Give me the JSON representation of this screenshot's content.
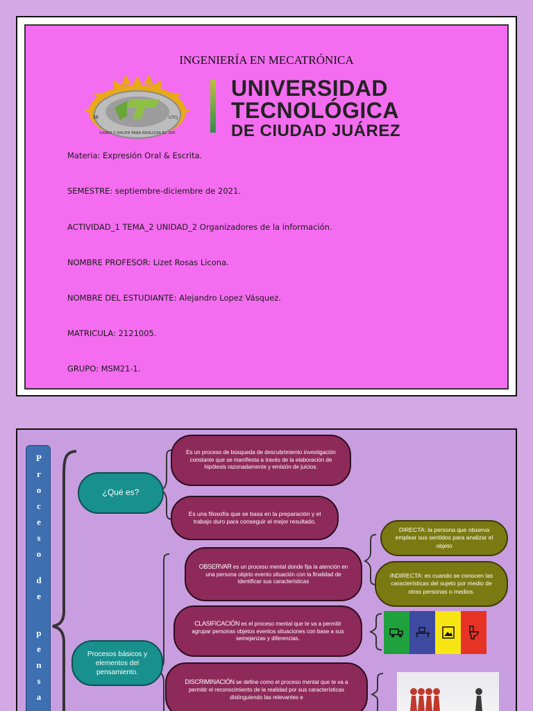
{
  "cover": {
    "career": "INGENIERÍA EN MECATRÓNICA",
    "university": {
      "line1": "UNIVERSIDAD",
      "line2": "TECNOLÓGICA",
      "line3": "DE CIUDAD JUÁREZ",
      "seal_text": "SABER Y HACER PARA REALIZAR EL SER",
      "seal_left": "38",
      "seal_right": "UTCJ"
    },
    "materia": "Materia: Expresión Oral & Escrita.",
    "semestre": "SEMESTRE: septiembre-diciembre de 2021.",
    "actividad": "ACTIVIDAD_1 TEMA_2 UNIDAD_2 Organizadores de la información.",
    "profesor": "NOMBRE PROFESOR: Lizet Rosas Licona.",
    "estudiante": "NOMBRE DEL ESTUDIANTE: Alejandro Lopez Vásquez.",
    "matricula": "MATRICULA: 2121005.",
    "grupo": "GRUPO: MSM21-1."
  },
  "map": {
    "vertical_title": [
      "P",
      "r",
      "o",
      "c",
      "e",
      "s",
      "o",
      "",
      "d",
      "e",
      "",
      "p",
      "e",
      "n",
      "s",
      "a",
      "m"
    ],
    "que_es": "¿Qué es?",
    "que_es_def1": "Es un proceso de búsqueda de descubrimiento investigación constante que se manifiesta a través de la elaboración de hipótesis razonadamente y emisión de juicios.",
    "que_es_def2": "Es una filosofía que se basa en la preparación y el trabajo duro para conseguir el mejor resultado.",
    "procesos": "Procesos básicos y elementos del pensamiento.",
    "observar_term": "OBSERVAR",
    "observar_def": " es un proceso mental donde fija la atención en una persona objeto evento situación con la finalidad de identificar sus características",
    "clasificacion_term": "CLASIFICACIÓN",
    "clasificacion_def": " es el proceso mental que te va a permitir agrupar personas objetos eventos situaciones con base a sus semejanzas y diferencias.",
    "discriminacion_term": "DISCRIMINACIÓN",
    "discriminacion_def": " se define como el proceso mental que te va a permitir el reconocimiento de la realidad por sus características distinguiendo las relevantes e",
    "directa": "DIRECTA: la persona que observa emplear sus sentidos para analizar el objeto",
    "indirecta": "INDIRECTA: es cuando se conocen las características del sujeto por medio de otras personas o medios.",
    "colors": {
      "swatch1": "#1fa13d",
      "swatch2": "#3d4aa0",
      "swatch3": "#f7e613",
      "swatch4": "#e63325"
    }
  }
}
